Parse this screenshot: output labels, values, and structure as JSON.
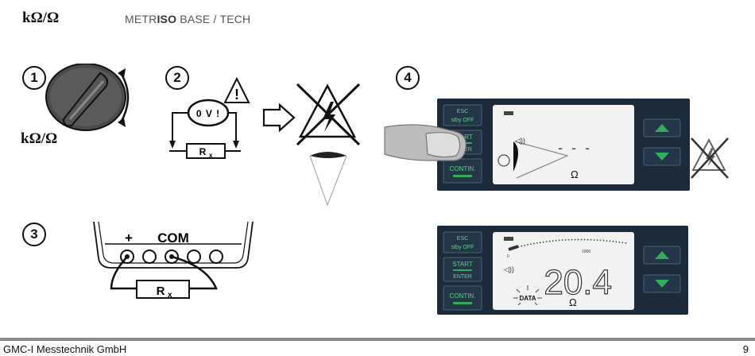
{
  "header": {
    "unit": "kΩ/Ω",
    "title_pre": "METR",
    "title_bold": "ISO",
    "title_post": " BASE / TECH"
  },
  "steps": [
    "1",
    "2",
    "3",
    "4"
  ],
  "knob_label": "kΩ/Ω",
  "circuit": {
    "voltage": "0 V !",
    "warning": "!",
    "resistor": "R",
    "resistor_sub": "x"
  },
  "terminals": {
    "plus": "+",
    "com": "COM"
  },
  "panel": {
    "btn_esc": "ESC",
    "btn_stby": "stby OFF",
    "btn_start": "START",
    "btn_enter": "ENTER",
    "btn_contin": "CONTIN.",
    "display1": {
      "reading": "- - -",
      "unit": "Ω"
    },
    "display2": {
      "reading": "20.4",
      "unit": "Ω",
      "scale_min": "0",
      "scale_max": "1000",
      "data_label": "DATA"
    }
  },
  "footer": {
    "company": "GMC-I Messtechnik GmbH",
    "page": "9"
  },
  "colors": {
    "panel_bg": "#1d2a3a",
    "button_green": "#2fae5a",
    "lcd": "#f2f2f2"
  }
}
